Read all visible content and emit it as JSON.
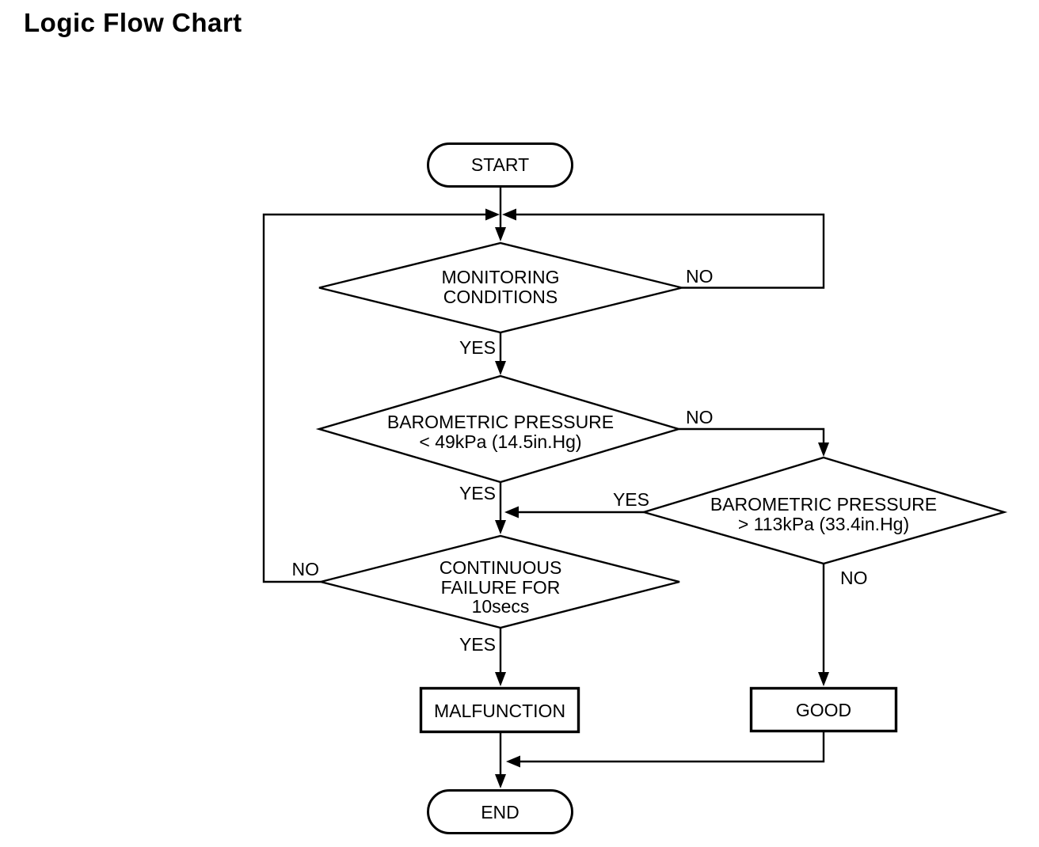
{
  "title": "Logic Flow Chart",
  "colors": {
    "line": "#000000",
    "background": "#ffffff",
    "text": "#000000"
  },
  "nodes": {
    "start": {
      "type": "terminator",
      "label": "START"
    },
    "monitoring": {
      "type": "decision",
      "line1": "MONITORING",
      "line2": "CONDITIONS"
    },
    "baro_low": {
      "type": "decision",
      "line1": "BAROMETRIC PRESSURE",
      "line2": "< 49kPa (14.5in.Hg)"
    },
    "baro_high": {
      "type": "decision",
      "line1": "BAROMETRIC PRESSURE",
      "line2": "> 113kPa (33.4in.Hg)"
    },
    "continuous": {
      "type": "decision",
      "line1": "CONTINUOUS",
      "line2": "FAILURE FOR",
      "line3": "10secs"
    },
    "malfunction": {
      "type": "process",
      "label": "MALFUNCTION"
    },
    "good": {
      "type": "process",
      "label": "GOOD"
    },
    "end": {
      "type": "terminator",
      "label": "END"
    }
  },
  "edge_labels": {
    "monitoring_no": "NO",
    "monitoring_yes": "YES",
    "baro_low_no": "NO",
    "baro_low_yes": "YES",
    "baro_high_yes": "YES",
    "baro_high_no": "NO",
    "continuous_no": "NO",
    "continuous_yes": "YES"
  },
  "edges": {
    "monitoring_no": {
      "from": "monitoring",
      "to": "loop-junction"
    },
    "monitoring_yes": {
      "from": "monitoring",
      "to": "baro_low"
    },
    "baro_low_no": {
      "from": "baro_low",
      "to": "baro_high"
    },
    "baro_low_yes": {
      "from": "baro_low",
      "to": "continuous"
    },
    "baro_high_yes": {
      "from": "baro_high",
      "to": "continuous"
    },
    "baro_high_no": {
      "from": "baro_high",
      "to": "good"
    },
    "continuous_no": {
      "from": "continuous",
      "to": "loop-junction"
    },
    "continuous_yes": {
      "from": "continuous",
      "to": "malfunction"
    },
    "malfunction_out": {
      "from": "malfunction",
      "to": "end"
    },
    "good_out": {
      "from": "good",
      "to": "end"
    }
  }
}
